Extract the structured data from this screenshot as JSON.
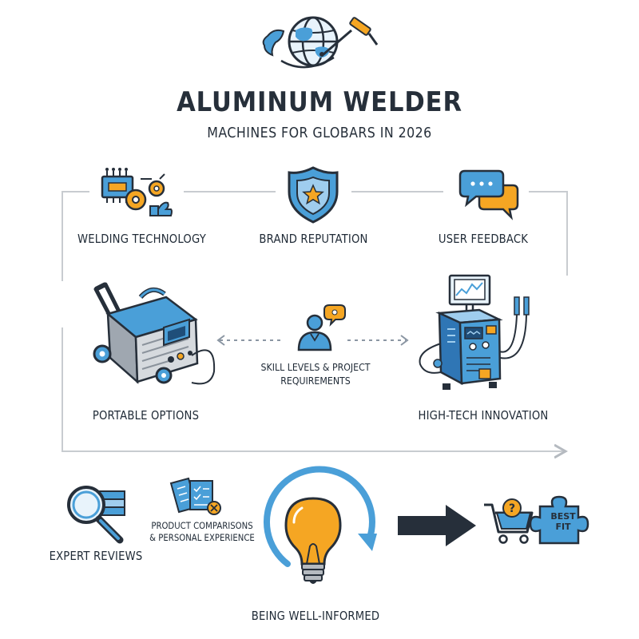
{
  "header": {
    "title": "ALUMINUM WELDER",
    "subtitle": "MACHINES FOR GLOBARS IN 2026"
  },
  "top_row": {
    "welding_technology": "WELDING TECHNOLOGY",
    "brand_reputation": "BRAND REPUTATION",
    "user_feedback": "USER FEEDBACK"
  },
  "middle_row": {
    "portable_options": "PORTABLE OPTIONS",
    "skill_levels_line1": "SKILL LEVELS & PROJECT",
    "skill_levels_line2": "REQUIREMENTS",
    "high_tech_innovation": "HIGH-TECH INNOVATION"
  },
  "bottom_row": {
    "expert_reviews": "EXPERT REVIEWS",
    "comparisons_line1": "PRODUCT COMPARISONS",
    "comparisons_line2": "& PERSONAL EXPERIENCE",
    "being_well_informed": "BEING WELL-INFORMED",
    "best_fit_line1": "BEST",
    "best_fit_line2": "FIT"
  },
  "colors": {
    "blue": "#4a9fd8",
    "dark": "#262f3a",
    "orange": "#f5a623",
    "gray": "#c8ccd0"
  }
}
